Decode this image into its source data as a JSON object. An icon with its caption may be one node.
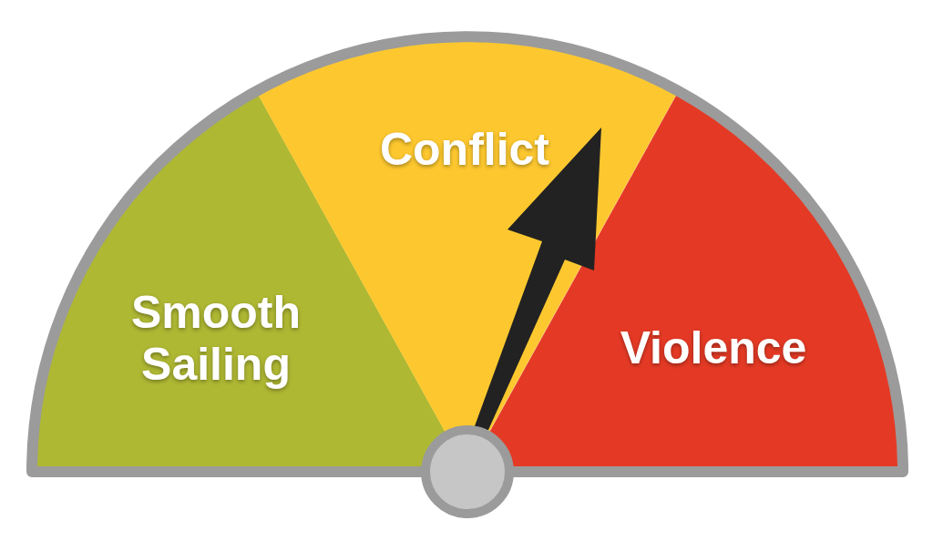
{
  "diagram": {
    "nodes": [
      {
        "text": [
          "Smooth Sailing"
        ]
      },
      {
        "text": [
          "Conflict"
        ]
      },
      {
        "text": [
          "Violence"
        ]
      }
    ]
  }
}
